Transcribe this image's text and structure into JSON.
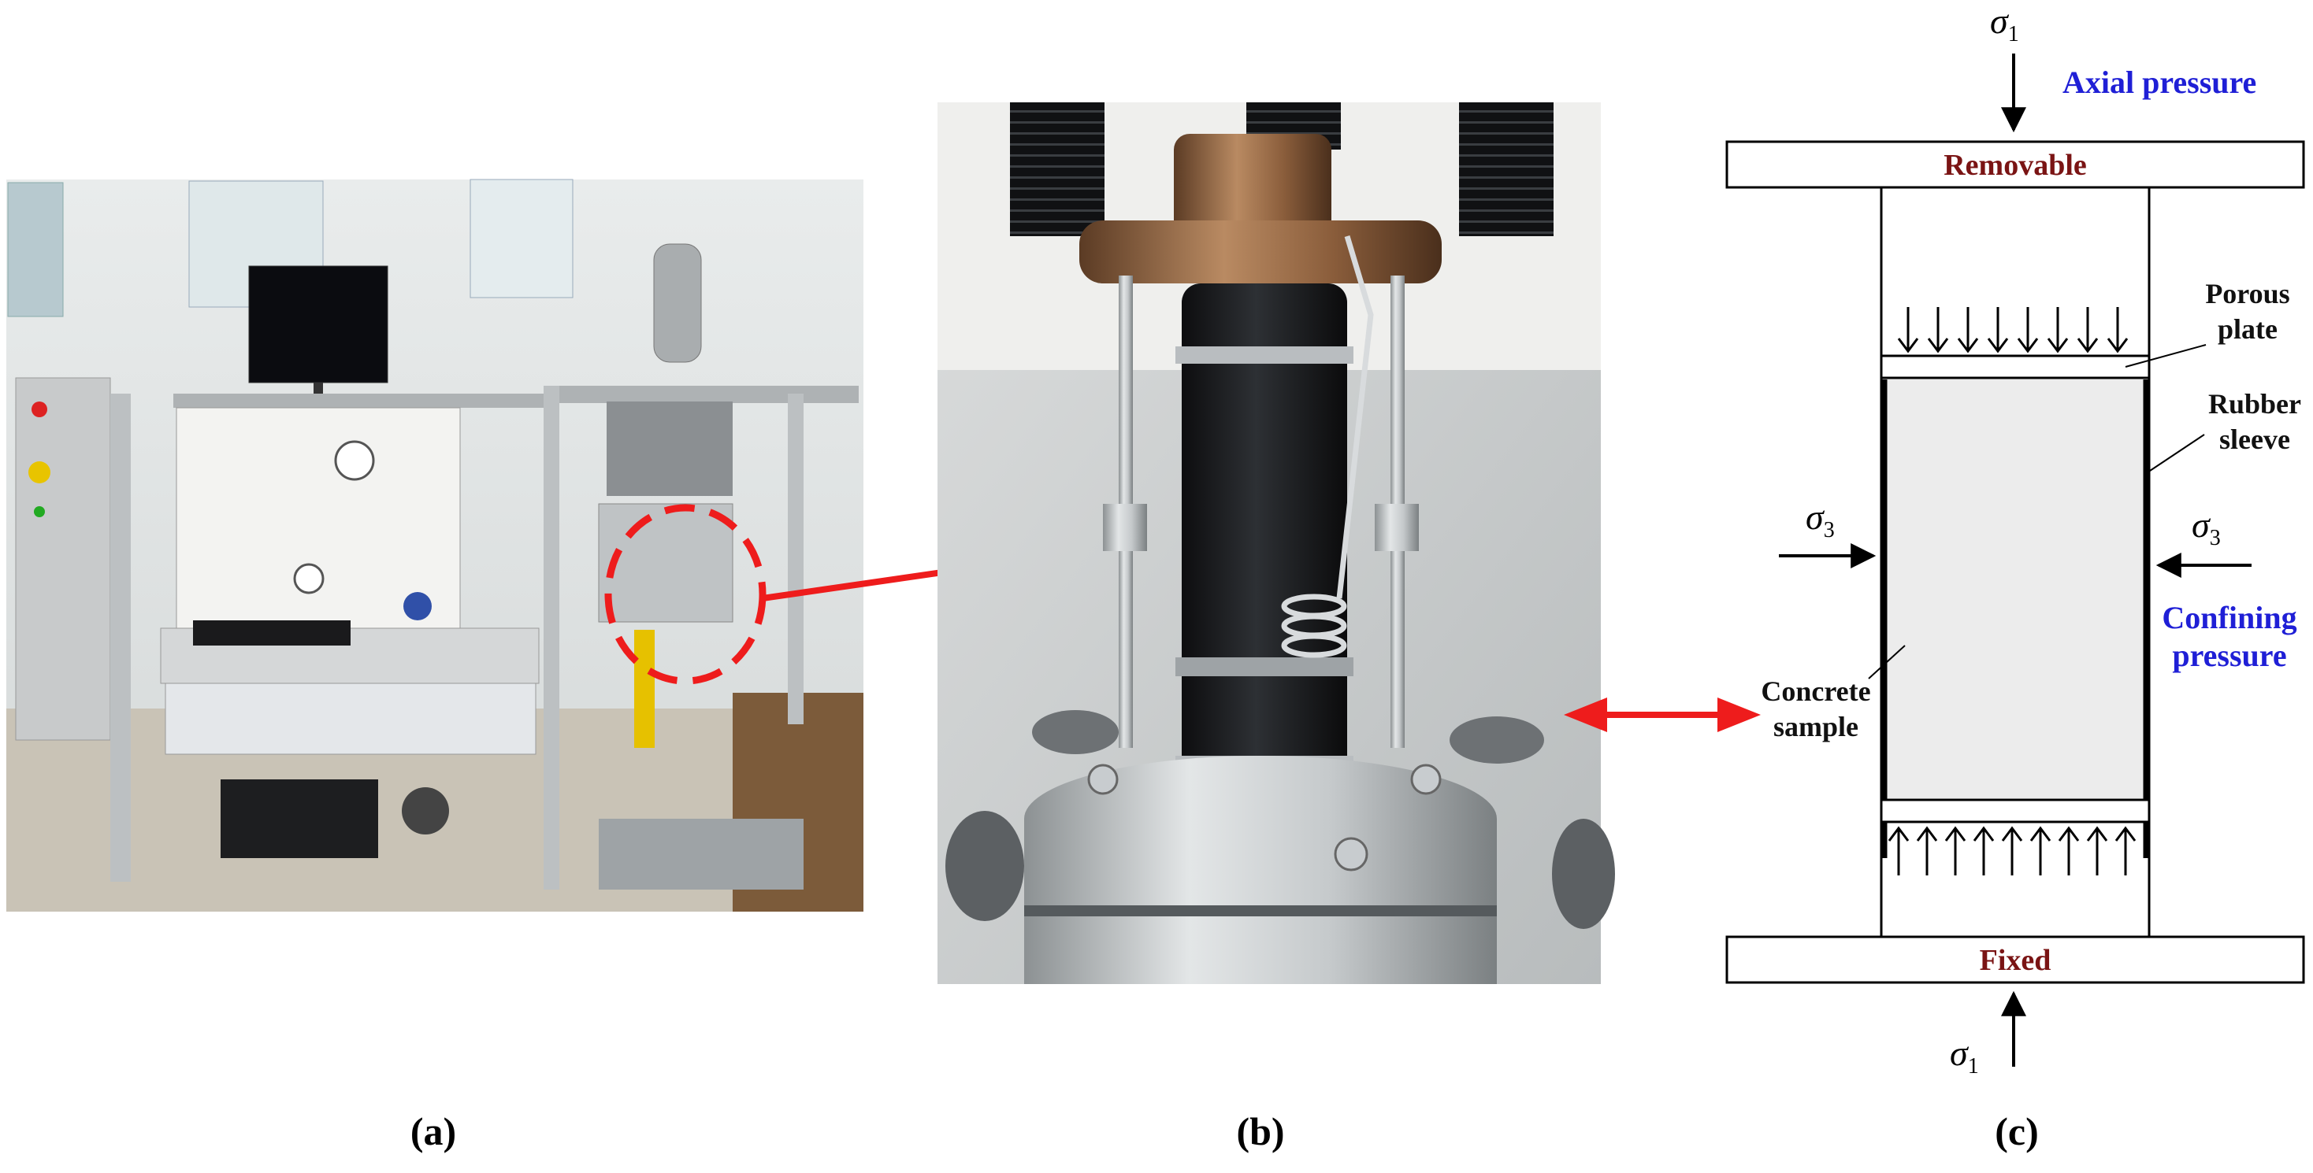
{
  "panels": {
    "a": {
      "caption": "(a)"
    },
    "b": {
      "caption": "(b)"
    },
    "c": {
      "caption": "(c)",
      "sigma1_top": "σ",
      "sigma1_top_sub": "1",
      "sigma1_bottom": "σ",
      "sigma1_bottom_sub": "1",
      "sigma3_left": "σ",
      "sigma3_left_sub": "3",
      "sigma3_right": "σ",
      "sigma3_right_sub": "3",
      "axial_pressure": "Axial pressure",
      "removable": "Removable",
      "fixed": "Fixed",
      "porous_plate_line1": "Porous",
      "porous_plate_line2": "plate",
      "rubber_sleeve_line1": "Rubber",
      "rubber_sleeve_line2": "sleeve",
      "confining_line1": "Confining",
      "confining_line2": "pressure",
      "concrete_line1": "Concrete",
      "concrete_line2": "sample"
    }
  },
  "colors": {
    "blue_label": "#1f1fd6",
    "red_label": "#7a1414",
    "red_arrow": "#ee1c1c"
  }
}
